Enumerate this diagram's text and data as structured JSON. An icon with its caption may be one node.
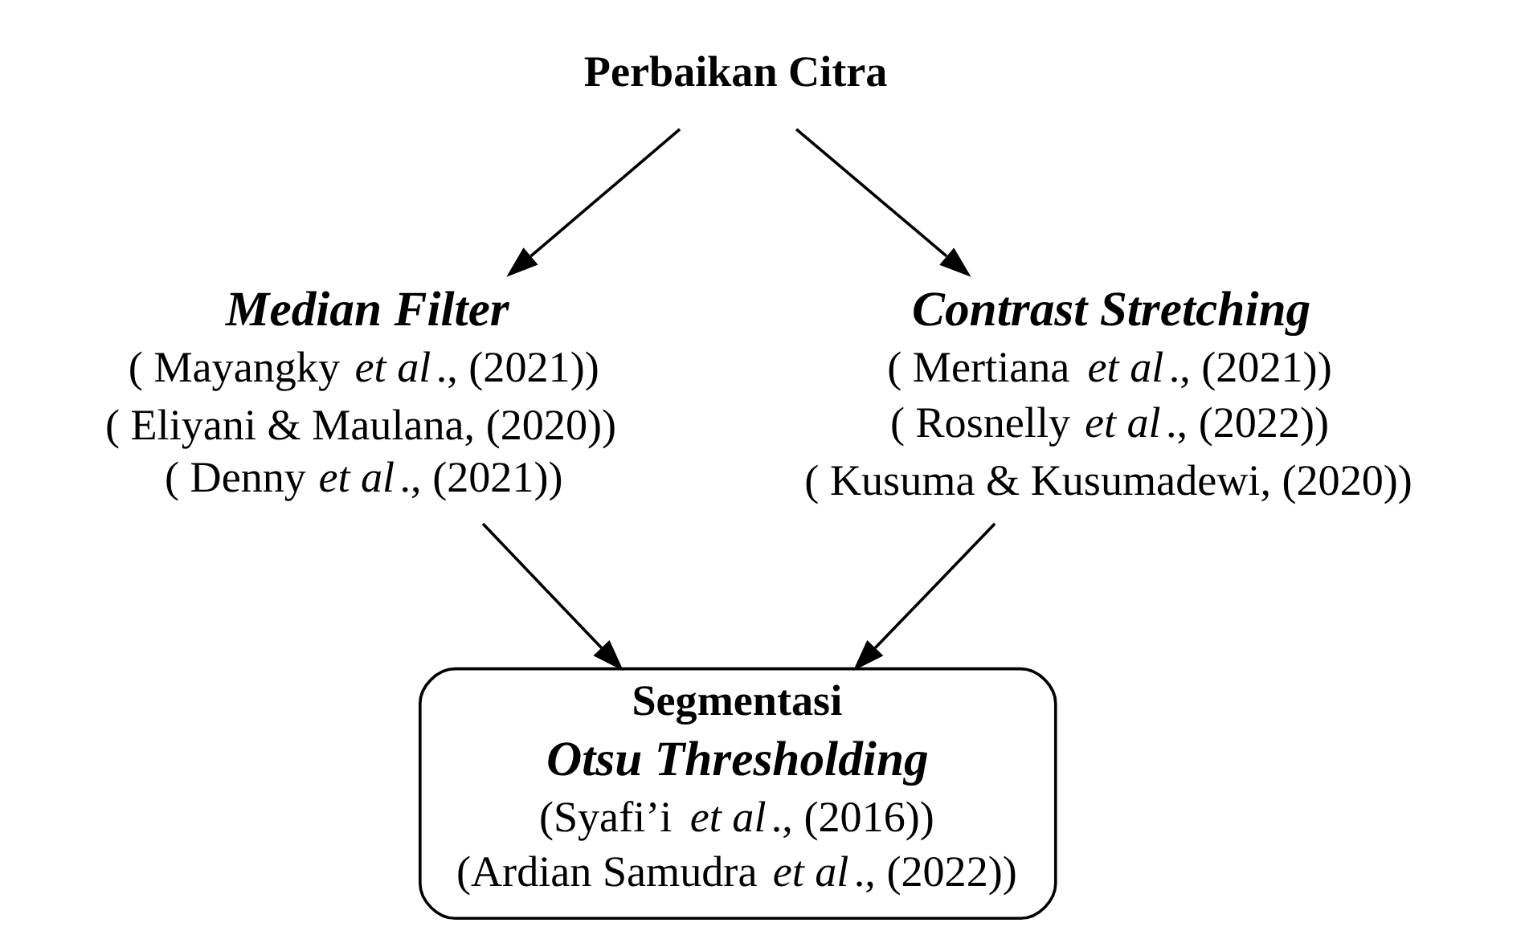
{
  "diagram": {
    "nodes": [
      {
        "text": [
          "Perbaikan Citra"
        ]
      },
      {
        "text": [
          "Median Filter",
          "( Mayangky *et al*., (2021))",
          "( Eliyani & Maulana, (2020))",
          "( Denny *et al*., (2021))"
        ]
      },
      {
        "text": [
          "Contrast Stretching",
          "( Mertiana *et al*., (2021))",
          "( Rosnelly *et al*., (2022))",
          "( Kusuma & Kusumadewi, (2020))"
        ]
      },
      {
        "text": [
          "Segmentasi",
          "Otsu Thresholding",
          "(Syafi’i *et al*., (2016))",
          "(Ardian Samudra *et al*., (2022))"
        ]
      }
    ],
    "edges": [
      {
        "from": 0,
        "to": 1,
        "arrow": "to"
      },
      {
        "from": 0,
        "to": 2,
        "arrow": "to"
      },
      {
        "from": 1,
        "to": 3,
        "arrow": "to"
      },
      {
        "from": 2,
        "to": 3,
        "arrow": "to"
      }
    ]
  }
}
